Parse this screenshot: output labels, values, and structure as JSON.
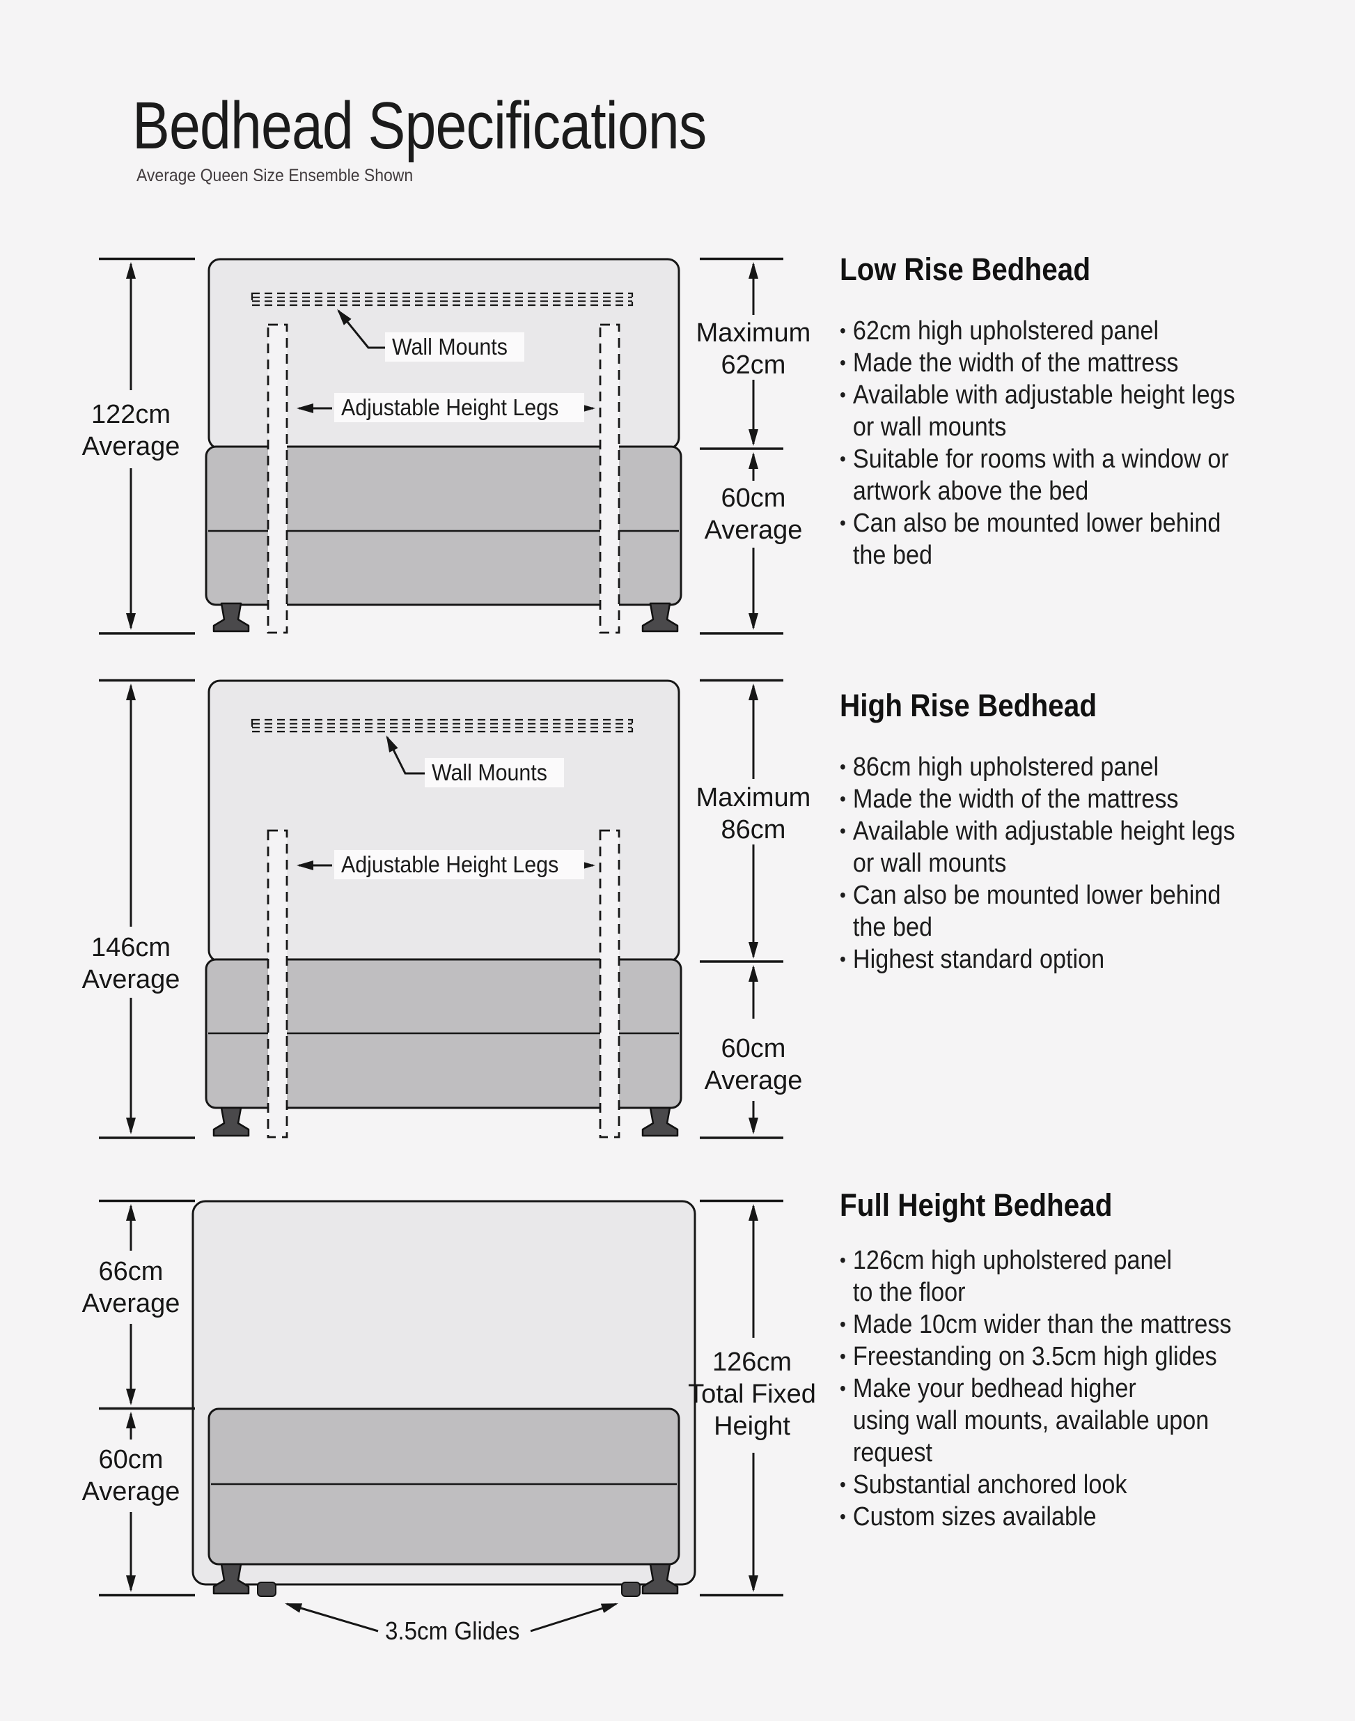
{
  "page": {
    "title": "Bedhead Specifications",
    "subtitle": "Average Queen Size Ensemble Shown"
  },
  "sections": [
    {
      "heading": "Low Rise Bedhead",
      "bullets": [
        {
          "lines": [
            "62cm high upholstered panel"
          ]
        },
        {
          "lines": [
            "Made the width of the mattress"
          ]
        },
        {
          "lines": [
            "Available with adjustable height legs",
            "or wall mounts"
          ]
        },
        {
          "lines": [
            "Suitable for rooms with a window or",
            "artwork above the bed"
          ]
        },
        {
          "lines": [
            "Can also be mounted lower behind",
            "the bed"
          ]
        }
      ],
      "diagram": {
        "total_height": {
          "l1": "122cm",
          "l2": "Average"
        },
        "panel_max": {
          "l1": "Maximum",
          "l2": "62cm"
        },
        "base_height": {
          "l1": "60cm",
          "l2": "Average"
        },
        "wall_mounts_label": "Wall Mounts",
        "legs_label": "Adjustable Height Legs"
      }
    },
    {
      "heading": "High Rise Bedhead",
      "bullets": [
        {
          "lines": [
            "86cm high upholstered panel"
          ]
        },
        {
          "lines": [
            "Made the width of the mattress"
          ]
        },
        {
          "lines": [
            "Available with adjustable height legs",
            "or wall mounts"
          ]
        },
        {
          "lines": [
            "Can also be mounted lower behind",
            "the bed"
          ]
        },
        {
          "lines": [
            "Highest standard option"
          ]
        }
      ],
      "diagram": {
        "total_height": {
          "l1": "146cm",
          "l2": "Average"
        },
        "panel_max": {
          "l1": "Maximum",
          "l2": "86cm"
        },
        "base_height": {
          "l1": "60cm",
          "l2": "Average"
        },
        "wall_mounts_label": "Wall Mounts",
        "legs_label": "Adjustable Height Legs"
      }
    },
    {
      "heading": "Full Height Bedhead",
      "bullets": [
        {
          "lines": [
            "126cm high upholstered panel",
            "to the floor"
          ]
        },
        {
          "lines": [
            "Made 10cm wider than the mattress"
          ]
        },
        {
          "lines": [
            "Freestanding on 3.5cm high glides"
          ]
        },
        {
          "lines": [
            "Make your bedhead higher",
            "using wall mounts, available upon",
            "request"
          ]
        },
        {
          "lines": [
            "Substantial anchored look"
          ]
        },
        {
          "lines": [
            "Custom sizes available"
          ]
        }
      ],
      "diagram": {
        "panel_top": {
          "l1": "66cm",
          "l2": "Average"
        },
        "base_height": {
          "l1": "60cm",
          "l2": "Average"
        },
        "total_fixed": {
          "l1": "126cm",
          "l2": "Total Fixed",
          "l3": "Height"
        },
        "glides_label": "3.5cm Glides"
      }
    }
  ],
  "colors": {
    "background": "#f5f4f5",
    "headboard_panel": "#e9e8ea",
    "mattress": "#bfbec0",
    "ink": "#161616",
    "foot": "#4a494b",
    "label_background": "#fbfafb"
  }
}
